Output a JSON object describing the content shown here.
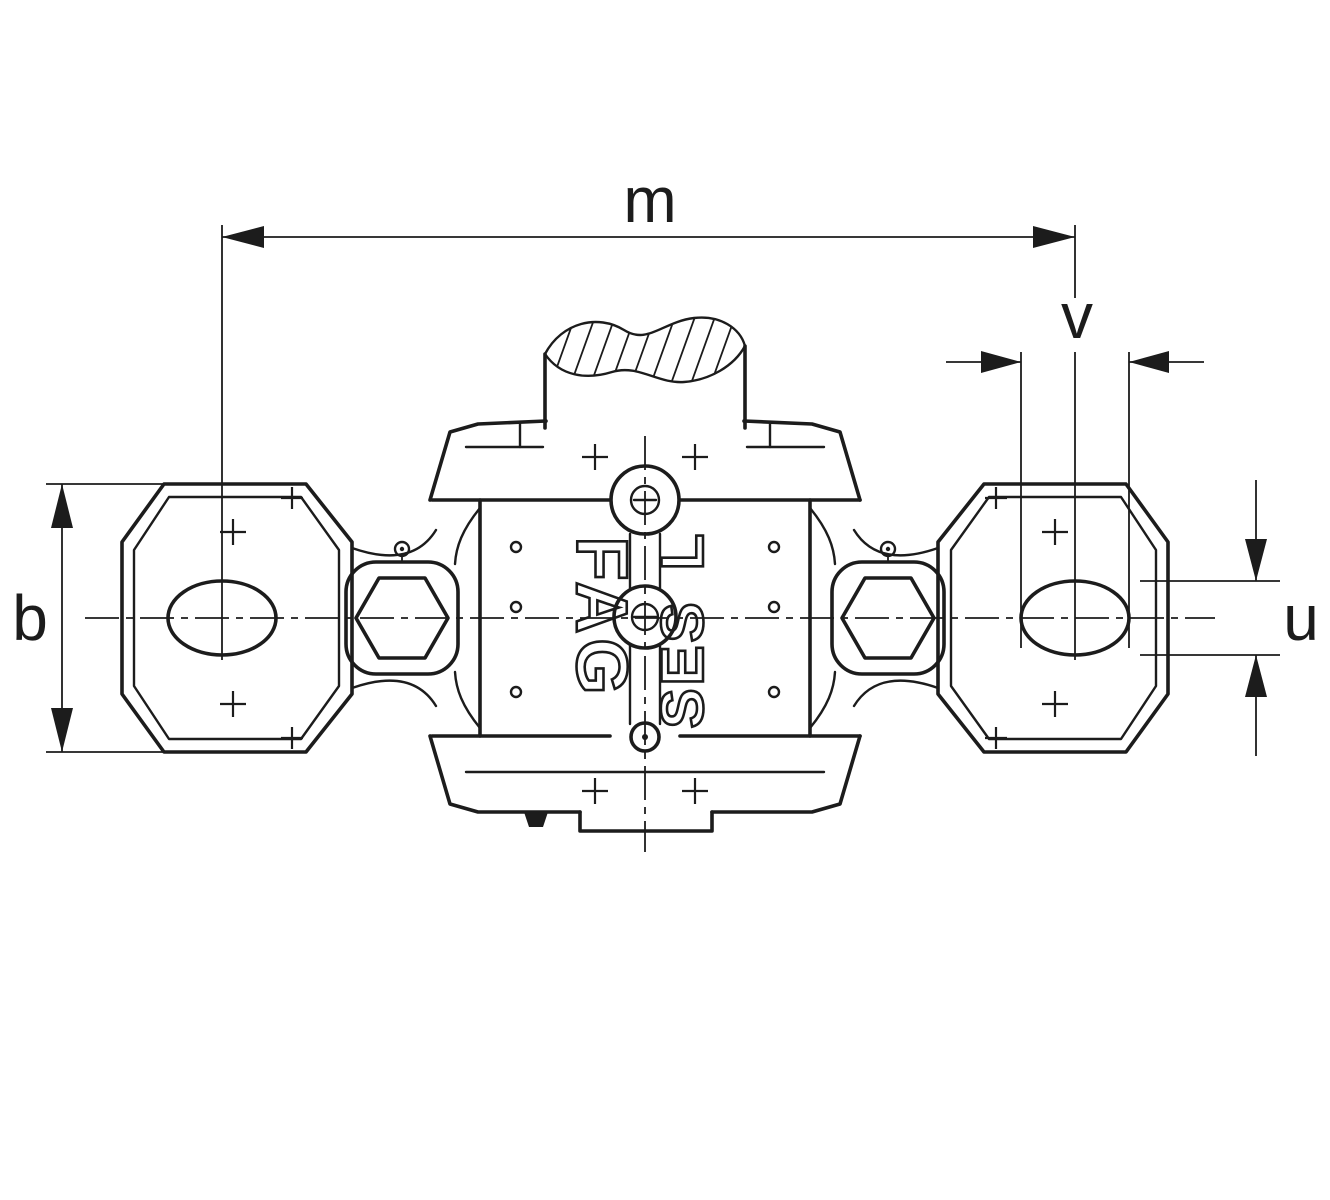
{
  "dimensions": {
    "m": {
      "label": "m"
    },
    "v": {
      "label": "v"
    },
    "b": {
      "label": "b"
    },
    "u": {
      "label": "u"
    }
  },
  "markings": {
    "brand": "FAG",
    "series": "SES",
    "variant": "L"
  },
  "colors": {
    "line": "#1c1c1c",
    "background": "#ffffff"
  }
}
